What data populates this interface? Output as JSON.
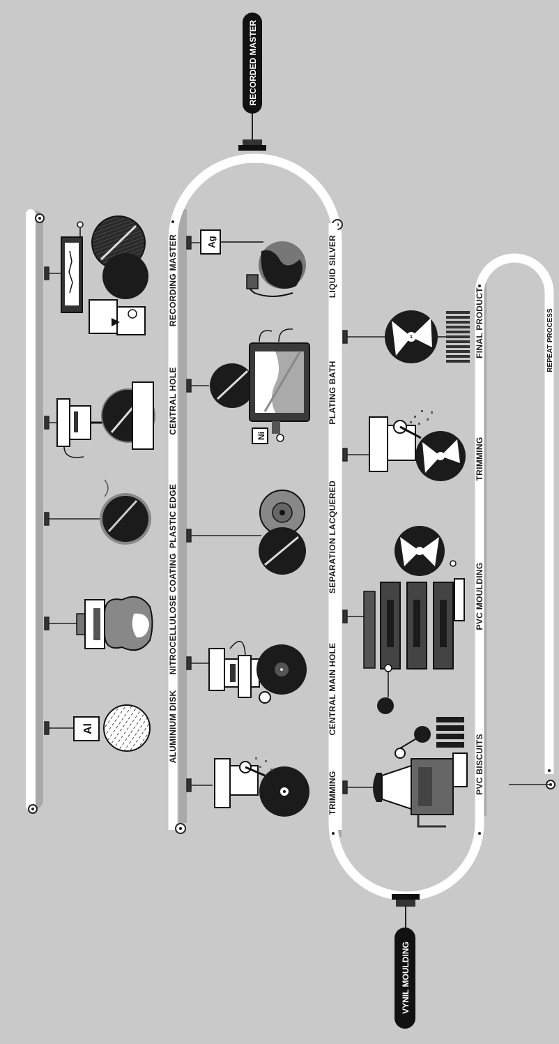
{
  "colors": {
    "background": "#c9c9c9",
    "track": "#ffffff",
    "track_shadow": "#a9a9a9",
    "ink": "#1a1a1a",
    "machine_gray": "#6f6f6f",
    "disk_black": "#1b1b1b"
  },
  "pills": {
    "recorded_master": "RECORDED MASTER",
    "vinyl_moulding": "VYNIL MOULDING"
  },
  "track1": {
    "labels": [
      "ALUMINIUM DISK",
      "NITROCELLULOSE COATING",
      "PLASTIC EDGE",
      "CENTRAL HOLE",
      "RECORDING MASTER"
    ],
    "icons": [
      "aluminium-disk-icon",
      "coating-machine-icon",
      "plastic-edge-disk-icon",
      "drilling-machine-icon",
      "lathe-recorder-icon"
    ]
  },
  "track2": {
    "labels": [
      "TRIMMING",
      "CENTRAL MAIN HOLE",
      "SEPARATION LACQUERED",
      "PLATING BATH",
      "LIQUID SILVER"
    ],
    "icons": [
      "trimming-machine-icon",
      "punch-machine-icon",
      "separation-disks-icon",
      "plating-bath-icon",
      "silver-spray-icon"
    ]
  },
  "track3": {
    "labels": [
      "PVC BISCUITS",
      "PVC MOULDING",
      "TRIMMING",
      "FINAL PRODUCT"
    ],
    "icons": [
      "extruder-machine-icon",
      "press-machine-icon",
      "record-trimming-icon",
      "final-record-icon"
    ]
  },
  "return_label": "REPEAT PROCESS",
  "elements": {
    "aluminium": "Al",
    "nickel": "Ni",
    "silver": "Ag"
  }
}
